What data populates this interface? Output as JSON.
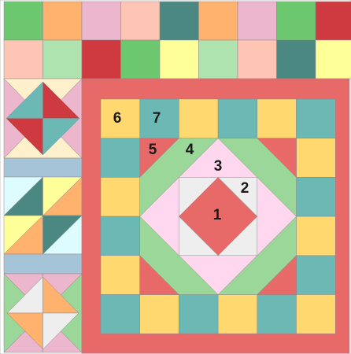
{
  "colors": {
    "green": "#6cc76e",
    "orange": "#ffb26e",
    "pink": "#ecb6cc",
    "peach": "#ffc5b4",
    "dark_teal": "#4b8882",
    "red": "#ce3a3f",
    "mint": "#aee3b0",
    "yellow": "#ffff99",
    "coral": "#e76a69",
    "teal": "#6bb8b5",
    "gold": "#ffd86f",
    "light_green": "#9bd799",
    "light_pink": "#ffd8ef",
    "light_gray": "#eeeeee",
    "cream": "#fff0cc",
    "blue_gray": "#a6c4d8",
    "light_cyan": "#dcfcff",
    "white": "#ffffff"
  },
  "labels": {
    "one": "1",
    "two": "2",
    "three": "3",
    "four": "4",
    "five": "5",
    "six": "6",
    "seven": "7"
  }
}
